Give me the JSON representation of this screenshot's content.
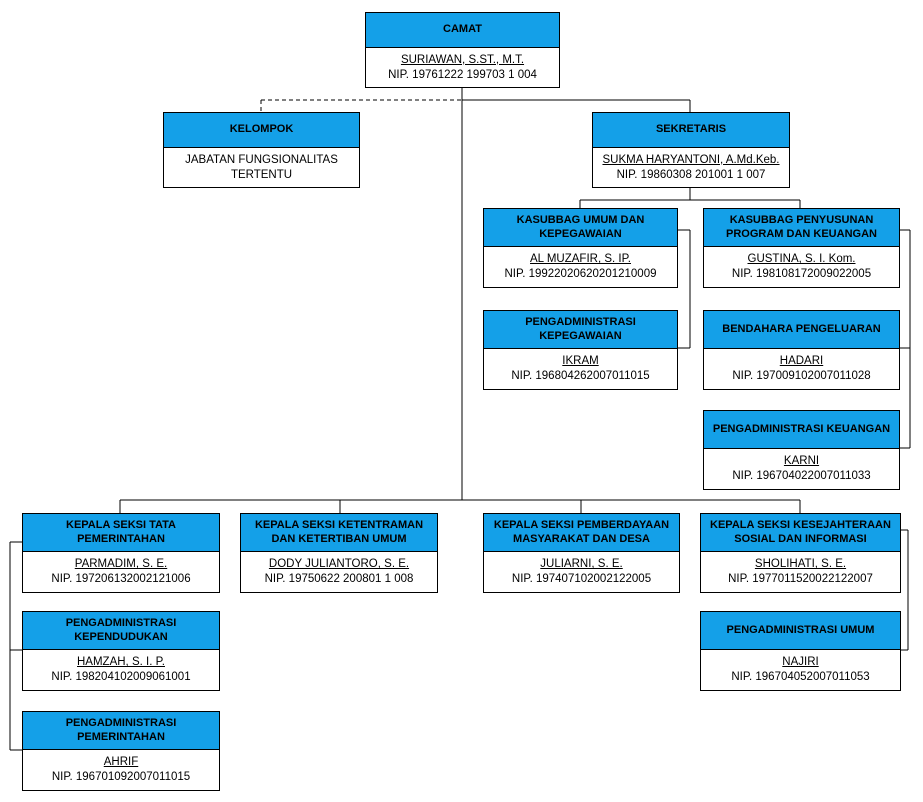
{
  "diagram": {
    "kind": "organizational-chart",
    "colors": {
      "header_fill": "#14A0E8",
      "border": "#000000",
      "background": "#FFFFFF",
      "text": "#000000"
    }
  },
  "nodes": {
    "camat": {
      "title": "CAMAT",
      "name": "SURIAWAN, S.ST., M.T.",
      "nip": "NIP. 19761222 199703 1 004"
    },
    "kelompok": {
      "title": "KELOMPOK",
      "body": "JABATAN FUNGSIONALITAS TERTENTU"
    },
    "sekretaris": {
      "title": "SEKRETARIS",
      "name": "SUKMA HARYANTONI, A.Md.Keb.",
      "nip": "NIP. 19860308 201001 1 007"
    },
    "kasubbag_umum": {
      "title": "KASUBBAG UMUM DAN KEPEGAWAIAN",
      "name": "AL MUZAFIR, S. IP.",
      "nip": "NIP. 19922020620201210009"
    },
    "kasubbag_program": {
      "title": "KASUBBAG PENYUSUNAN PROGRAM DAN KEUANGAN",
      "name": "GUSTINA, S. I. Kom.",
      "nip": "NIP. 198108172009022005"
    },
    "peng_kepegawaian": {
      "title": "PENGADMINISTRASI KEPEGAWAIAN",
      "name": "IKRAM",
      "nip": "NIP. 196804262007011015"
    },
    "bendahara": {
      "title": "BENDAHARA PENGELUARAN",
      "name": "HADARI",
      "nip": "NIP. 197009102007011028"
    },
    "peng_keuangan": {
      "title": "PENGADMINISTRASI KEUANGAN",
      "name": "KARNI",
      "nip": "NIP. 196704022007011033"
    },
    "seksi_tata": {
      "title": "KEPALA SEKSI TATA PEMERINTAHAN",
      "name": "PARMADIM, S. E.",
      "nip": "NIP. 197206132002121006"
    },
    "seksi_tramtib": {
      "title": "KEPALA SEKSI KETENTRAMAN DAN KETERTIBAN UMUM",
      "name": "DODY JULIANTORO, S. E.",
      "nip": "NIP. 19750622 200801 1 008"
    },
    "seksi_pmd": {
      "title": "KEPALA SEKSI PEMBERDAYAAN MASYARAKAT DAN DESA",
      "name": "JULIARNI, S. E.",
      "nip": "NIP. 197407102002122005"
    },
    "seksi_kesos": {
      "title": "KEPALA SEKSI KESEJAHTERAAN SOSIAL DAN INFORMASI",
      "name": "SHOLIHATI, S. E.",
      "nip": "NIP. 1977011520022122007"
    },
    "peng_kependudukan": {
      "title": "PENGADMINISTRASI KEPENDUDUKAN",
      "name": "HAMZAH, S. I. P.",
      "nip": "NIP. 198204102009061001"
    },
    "peng_pemerintahan": {
      "title": "PENGADMINISTRASI PEMERINTAHAN",
      "name": "AHRIF",
      "nip": "NIP. 196701092007011015"
    },
    "peng_umum": {
      "title": "PENGADMINISTRASI UMUM",
      "name": "NAJIRI",
      "nip": "NIP. 196704052007011053"
    }
  }
}
